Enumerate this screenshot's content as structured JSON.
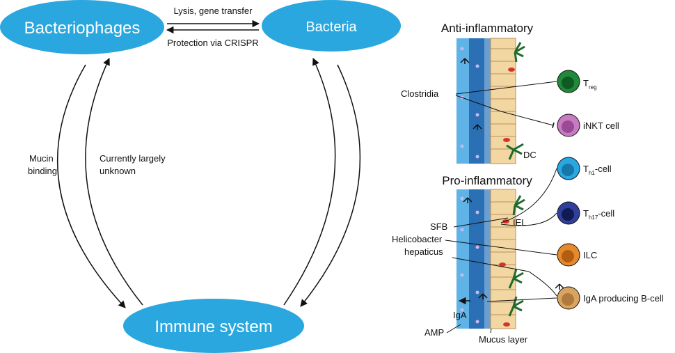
{
  "nodes": {
    "bacteriophages": "Bacteriophages",
    "bacteria": "Bacteria",
    "immune_system": "Immune system"
  },
  "edges": {
    "phage_to_bacteria": "Lysis, gene transfer",
    "bacteria_to_phage": "Protection via CRISPR",
    "immune_left_line1": "Mucin",
    "immune_left_line2": "binding",
    "immune_right_line1": "Currently largely",
    "immune_right_line2": "unknown"
  },
  "gut_panel": {
    "anti_title": "Anti-inflammatory",
    "pro_title": "Pro-inflammatory",
    "labels": {
      "clostridia": "Clostridia",
      "dc": "DC",
      "sfb": "SFB",
      "iel": "IEL",
      "helicobacter_1": "Helicobacter",
      "helicobacter_2": "hepaticus",
      "iga": "IgA",
      "amp": "AMP",
      "mucus": "Mucus layer"
    },
    "cells": [
      {
        "main": "T",
        "sub": "reg",
        "suffix": "",
        "color": "#1f8a3a",
        "inner": "#0f5a22"
      },
      {
        "main": "iNKT cell",
        "sub": "",
        "suffix": "",
        "color": "#c77bc0",
        "inner": "#9b4a96"
      },
      {
        "main": "T",
        "sub": "h1",
        "suffix": "-cell",
        "color": "#2aa7df",
        "inner": "#1677a8"
      },
      {
        "main": "T",
        "sub": "h17",
        "suffix": "-cell",
        "color": "#2f3f9a",
        "inner": "#101a55"
      },
      {
        "main": "ILC",
        "sub": "",
        "suffix": "",
        "color": "#e58a2a",
        "inner": "#b35d12"
      },
      {
        "main": "IgA producing B-cell",
        "sub": "",
        "suffix": "",
        "color": "#d9a460",
        "inner": "#b07a3e"
      }
    ]
  },
  "colors": {
    "ellipse": "#2aa7df",
    "tissue": "#f2d7a2",
    "mucus_dark": "#2b6fb5",
    "mucus_light": "#5fb3e6",
    "dc_green": "#1f6b2c"
  }
}
